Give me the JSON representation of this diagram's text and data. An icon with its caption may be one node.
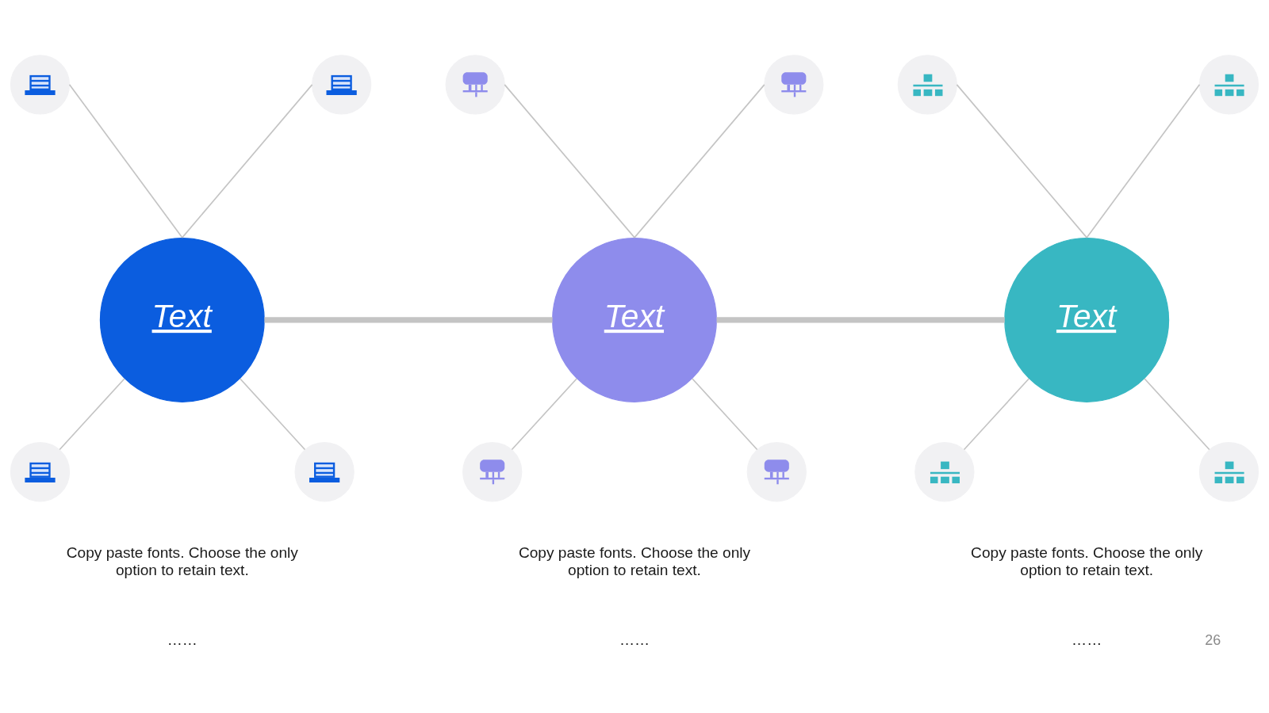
{
  "diagram": {
    "nodes": [
      {
        "text": [],
        "shape": "circle"
      },
      {
        "text": [],
        "shape": "circle"
      },
      {
        "text": [],
        "shape": "circle"
      },
      {
        "text": [],
        "shape": "circle"
      },
      {
        "text": [],
        "shape": "circle"
      },
      {
        "text": [],
        "shape": "circle"
      },
      {
        "text": [
          "Text"
        ]
      },
      {
        "text": [
          "Text"
        ]
      },
      {
        "text": [
          "Text"
        ]
      },
      {
        "text": [],
        "shape": "circle"
      },
      {
        "text": [],
        "shape": "circle"
      },
      {
        "text": [],
        "shape": "circle"
      },
      {
        "text": [],
        "shape": "circle"
      },
      {
        "text": [],
        "shape": "circle"
      },
      {
        "text": [],
        "shape": "circle"
      }
    ],
    "edges": [
      {
        "from": 0,
        "to": 6,
        "arrow": "none"
      },
      {
        "from": 1,
        "to": 6,
        "arrow": "none"
      },
      {
        "from": 2,
        "to": 7,
        "arrow": "none"
      },
      {
        "from": 3,
        "to": 7,
        "arrow": "none"
      },
      {
        "from": 4,
        "to": 8,
        "arrow": "none"
      },
      {
        "from": 5,
        "to": 8,
        "arrow": "none"
      },
      {
        "from": 6,
        "to": 7,
        "arrow": "none",
        "style": "thick"
      },
      {
        "from": 7,
        "to": 8,
        "arrow": "none",
        "style": "thick"
      },
      {
        "from": 6,
        "to": 9,
        "arrow": "none"
      },
      {
        "from": 6,
        "to": 10,
        "arrow": "none"
      },
      {
        "from": 7,
        "to": 11,
        "arrow": "none"
      },
      {
        "from": 7,
        "to": 12,
        "arrow": "none"
      },
      {
        "from": 8,
        "to": 13,
        "arrow": "none"
      },
      {
        "from": 8,
        "to": 14,
        "arrow": "none"
      }
    ],
    "labels": [
      "Copy paste fonts. Choose the only option to retain text.",
      "Copy paste fonts. Choose the only option to retain text.",
      "Copy paste fonts. Choose the only option to retain text.",
      "……",
      "……",
      "……",
      "26"
    ]
  }
}
